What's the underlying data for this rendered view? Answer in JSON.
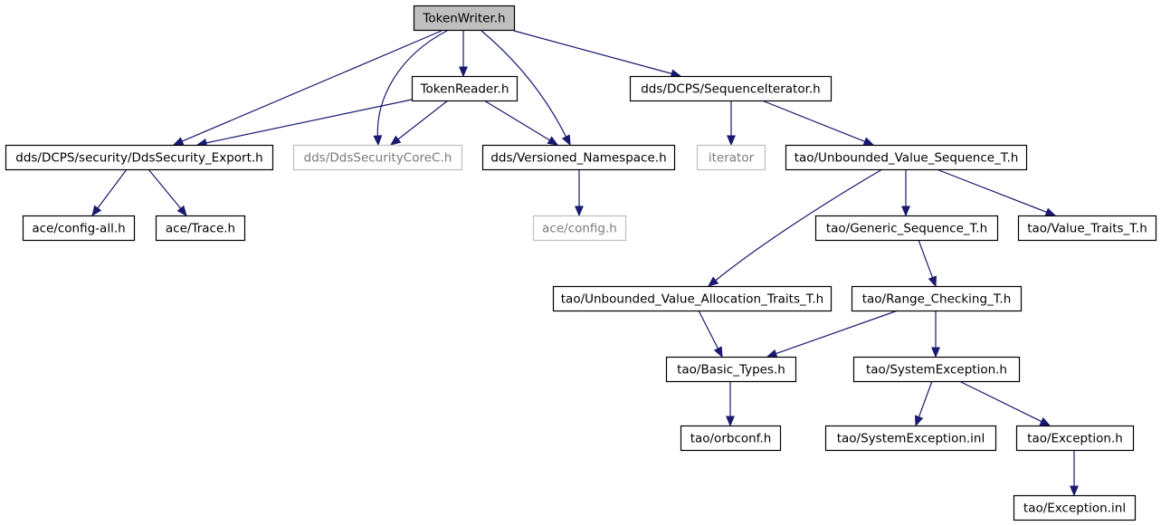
{
  "diagram": {
    "colors": {
      "edge": "#191970",
      "root_fill": "#bfbfbf",
      "node_border": "#000000",
      "external_border": "#bfbfbf",
      "external_text": "#7a7a7a"
    },
    "nodes": [
      {
        "id": "n0",
        "label": "TokenWriter.h",
        "kind": "root"
      },
      {
        "id": "n1",
        "label": "TokenReader.h",
        "kind": "normal"
      },
      {
        "id": "n2",
        "label": "dds/DCPS/SequenceIterator.h",
        "kind": "normal"
      },
      {
        "id": "n3",
        "label": "dds/DCPS/security/DdsSecurity_Export.h",
        "kind": "normal"
      },
      {
        "id": "n4",
        "label": "dds/DdsSecurityCoreC.h",
        "kind": "external"
      },
      {
        "id": "n5",
        "label": "dds/Versioned_Namespace.h",
        "kind": "normal"
      },
      {
        "id": "n6",
        "label": "iterator",
        "kind": "external"
      },
      {
        "id": "n7",
        "label": "tao/Unbounded_Value_Sequence_T.h",
        "kind": "normal"
      },
      {
        "id": "n8",
        "label": "ace/config-all.h",
        "kind": "normal"
      },
      {
        "id": "n9",
        "label": "ace/Trace.h",
        "kind": "normal"
      },
      {
        "id": "n10",
        "label": "ace/config.h",
        "kind": "external"
      },
      {
        "id": "n11",
        "label": "tao/Generic_Sequence_T.h",
        "kind": "normal"
      },
      {
        "id": "n12",
        "label": "tao/Value_Traits_T.h",
        "kind": "normal"
      },
      {
        "id": "n13",
        "label": "tao/Unbounded_Value_Allocation_Traits_T.h",
        "kind": "normal"
      },
      {
        "id": "n14",
        "label": "tao/Range_Checking_T.h",
        "kind": "normal"
      },
      {
        "id": "n15",
        "label": "tao/Basic_Types.h",
        "kind": "normal"
      },
      {
        "id": "n16",
        "label": "tao/SystemException.h",
        "kind": "normal"
      },
      {
        "id": "n17",
        "label": "tao/orbconf.h",
        "kind": "normal"
      },
      {
        "id": "n18",
        "label": "tao/SystemException.inl",
        "kind": "normal"
      },
      {
        "id": "n19",
        "label": "tao/Exception.h",
        "kind": "normal"
      },
      {
        "id": "n20",
        "label": "tao/Exception.inl",
        "kind": "normal"
      }
    ],
    "edges": [
      {
        "from": "n0",
        "to": "n3"
      },
      {
        "from": "n0",
        "to": "n4"
      },
      {
        "from": "n0",
        "to": "n1"
      },
      {
        "from": "n0",
        "to": "n5"
      },
      {
        "from": "n0",
        "to": "n2"
      },
      {
        "from": "n1",
        "to": "n3"
      },
      {
        "from": "n1",
        "to": "n4"
      },
      {
        "from": "n1",
        "to": "n5"
      },
      {
        "from": "n3",
        "to": "n8"
      },
      {
        "from": "n3",
        "to": "n9"
      },
      {
        "from": "n5",
        "to": "n10"
      },
      {
        "from": "n2",
        "to": "n6"
      },
      {
        "from": "n2",
        "to": "n7"
      },
      {
        "from": "n7",
        "to": "n13"
      },
      {
        "from": "n7",
        "to": "n11"
      },
      {
        "from": "n7",
        "to": "n12"
      },
      {
        "from": "n11",
        "to": "n14"
      },
      {
        "from": "n13",
        "to": "n15"
      },
      {
        "from": "n14",
        "to": "n15"
      },
      {
        "from": "n14",
        "to": "n16"
      },
      {
        "from": "n15",
        "to": "n17"
      },
      {
        "from": "n16",
        "to": "n18"
      },
      {
        "from": "n16",
        "to": "n19"
      },
      {
        "from": "n19",
        "to": "n20"
      }
    ]
  }
}
